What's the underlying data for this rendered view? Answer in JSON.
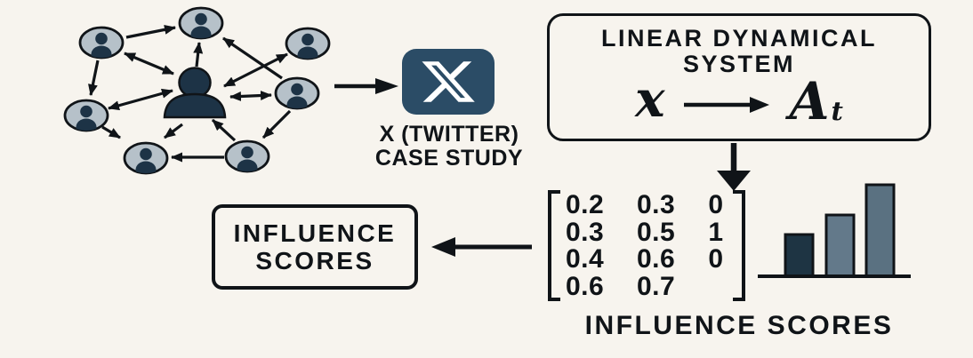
{
  "figure": {
    "background_color": "#f7f4ee",
    "ink_color": "#101418",
    "navy_color": "#1d3346",
    "avatar_fill_color": "#b6c1c9"
  },
  "network": {
    "icon": "social-network-graph",
    "node_count": 8,
    "central_node": "influencer-user"
  },
  "x_case_study": {
    "logo_icon": "x-twitter-logo",
    "logo_bg_color": "#2b4c66",
    "caption_line1": "X (TWITTER)",
    "caption_line2": "CASE STUDY"
  },
  "linear_dynamical_system": {
    "title_line1": "LINEAR DYNAMICAL",
    "title_line2": "SYSTEM",
    "formula_lhs": "x",
    "formula_rhs_base": "A",
    "formula_rhs_subscript": "t"
  },
  "influence_matrix": {
    "rows": [
      [
        "0.2",
        "0.3",
        "0"
      ],
      [
        "0.3",
        "0.5",
        "1"
      ],
      [
        "0.4",
        "0.6",
        "0"
      ],
      [
        "0.6",
        "0.7",
        ""
      ]
    ]
  },
  "influence_scores_box": {
    "line1": "INFLUENCE",
    "line2": "SCORES"
  },
  "caption": "INFLUENCE SCORES",
  "chart_data": {
    "type": "bar",
    "categories": [
      "bar-1",
      "bar-2",
      "bar-3"
    ],
    "values": [
      47,
      69,
      103
    ],
    "value_note": "unlabeled pictogram of increasing influence scores; values are relative bar heights",
    "title": "",
    "xlabel": "",
    "ylabel": "",
    "ylim": [
      0,
      110
    ],
    "colors": [
      "#1e3443",
      "#63798a",
      "#5a7181"
    ],
    "grid": false,
    "legend": null
  }
}
